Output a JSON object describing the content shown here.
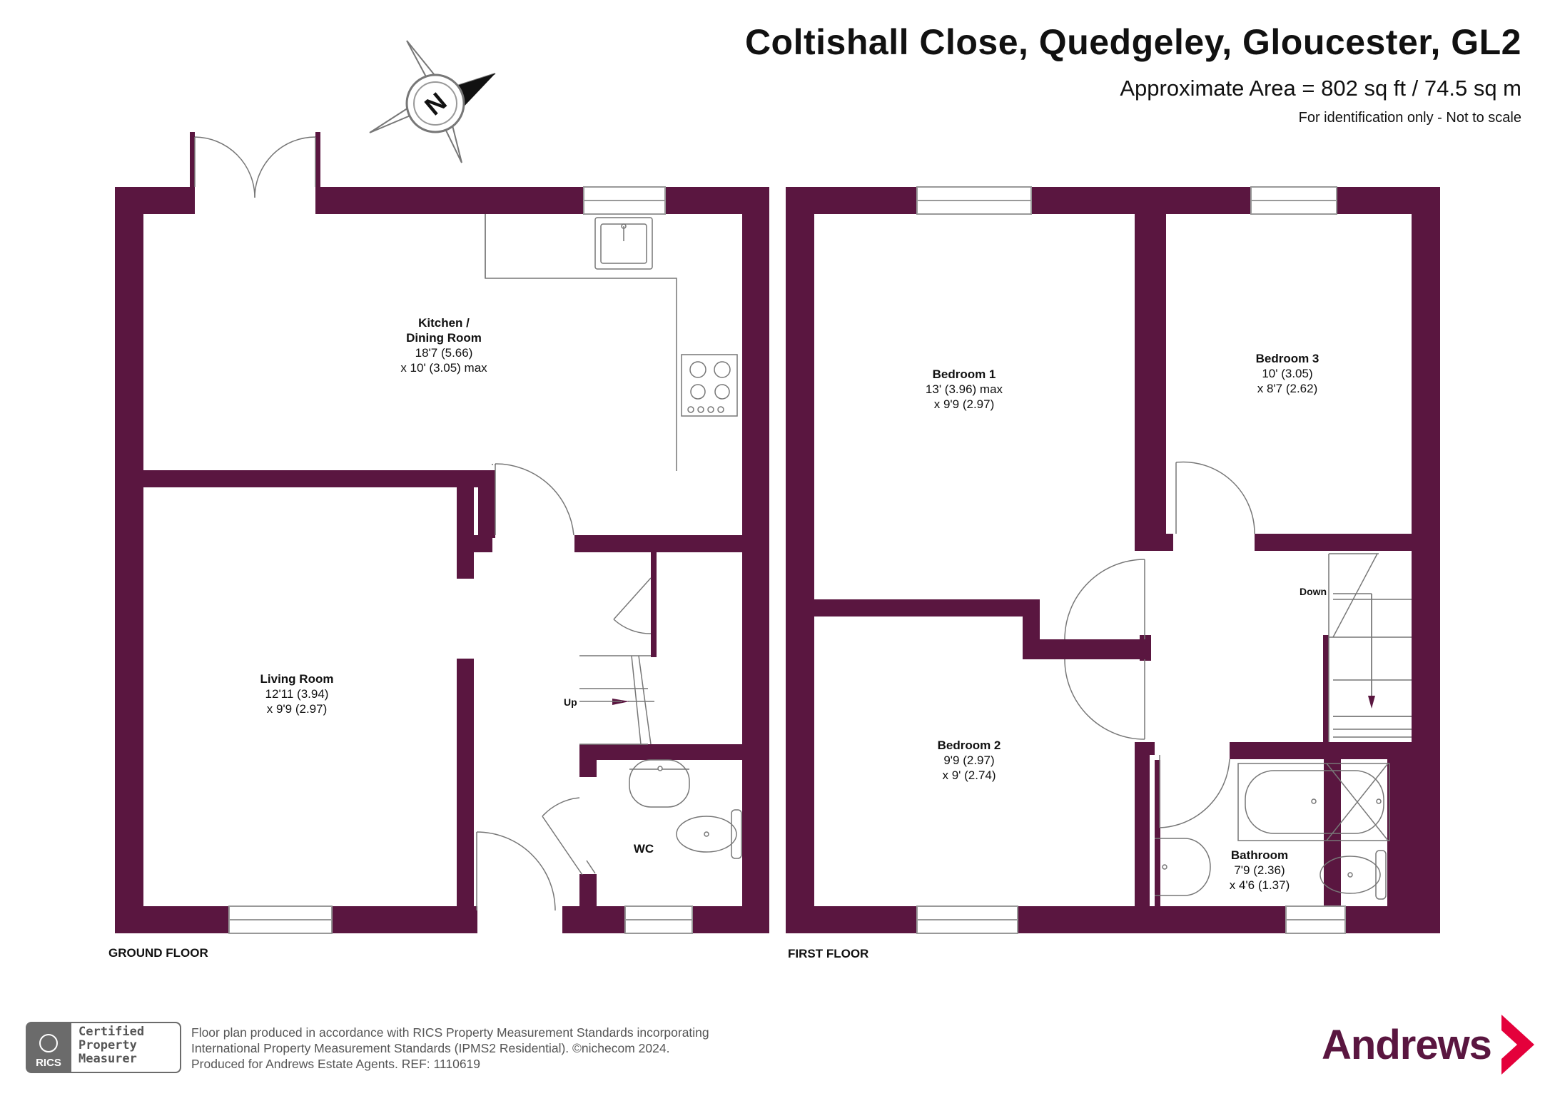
{
  "header": {
    "title": "Coltishall Close, Quedgeley, Gloucester, GL2",
    "area": "Approximate Area = 802 sq ft / 74.5 sq m",
    "note": "For identification only - Not to scale"
  },
  "compass": {
    "letter": "N"
  },
  "colors": {
    "wall": "#5a1640",
    "brand": "#5a1640",
    "fixture": "#777777"
  },
  "ground_floor": {
    "label": "GROUND FLOOR",
    "rooms": [
      {
        "name": "Kitchen /",
        "name2": "Dining Room",
        "dim1": "18'7 (5.66)",
        "dim2": "x 10' (3.05) max"
      },
      {
        "name": "Living Room",
        "dim1": "12'11 (3.94)",
        "dim2": "x 9'9 (2.97)"
      },
      {
        "name": "WC"
      }
    ],
    "stairs_label": "Up"
  },
  "first_floor": {
    "label": "FIRST FLOOR",
    "rooms": [
      {
        "name": "Bedroom 1",
        "dim1": "13' (3.96) max",
        "dim2": "x 9'9 (2.97)"
      },
      {
        "name": "Bedroom 3",
        "dim1": "10' (3.05)",
        "dim2": "x 8'7 (2.62)"
      },
      {
        "name": "Bedroom 2",
        "dim1": "9'9 (2.97)",
        "dim2": "x 9' (2.74)"
      },
      {
        "name": "Bathroom",
        "dim1": "7'9 (2.36)",
        "dim2": "x 4'6 (1.37)"
      }
    ],
    "stairs_label": "Down"
  },
  "footer": {
    "line1": "Floor plan produced in accordance with RICS Property Measurement Standards incorporating",
    "line2": "International Property Measurement Standards (IPMS2 Residential).  ©nichecom 2024.",
    "line3": "Produced for Andrews Estate Agents.  REF:  1110619",
    "rics_badge": "RICS",
    "rics_line1": "Certified",
    "rics_line2": "Property",
    "rics_line3": "Measurer",
    "brand": "Andrews"
  }
}
